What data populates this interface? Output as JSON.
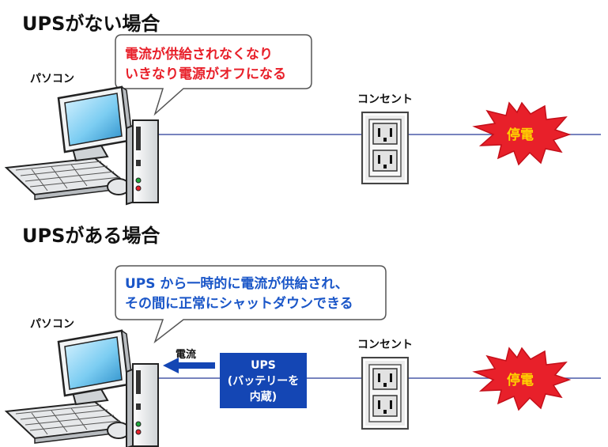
{
  "sections": [
    {
      "title": "UPSがない場合",
      "pc_label": "パソコン",
      "bubble": {
        "line1": "電流が供給されなくなり",
        "line2": "いきなり電源がオフになる",
        "color": "#e8202a"
      },
      "outlet_label": "コンセント",
      "outage_label": "停電"
    },
    {
      "title": "UPSがある場合",
      "pc_label": "パソコン",
      "bubble": {
        "line1": "UPS から一時的に電流が供給され、",
        "line2": "その間に正常にシャットダウンできる",
        "color": "#1a56c8"
      },
      "outlet_label": "コンセント",
      "outage_label": "停電",
      "current_label": "電流",
      "ups_box": {
        "line1": "UPS",
        "line2": "(バッテリーを",
        "line3": "内蔵)"
      }
    }
  ],
  "colors": {
    "line": "#4a5aa8",
    "ups_box": "#1446b4",
    "outage_fill": "#e8202a",
    "outage_text": "#ffd200",
    "arrow": "#1446b4"
  }
}
